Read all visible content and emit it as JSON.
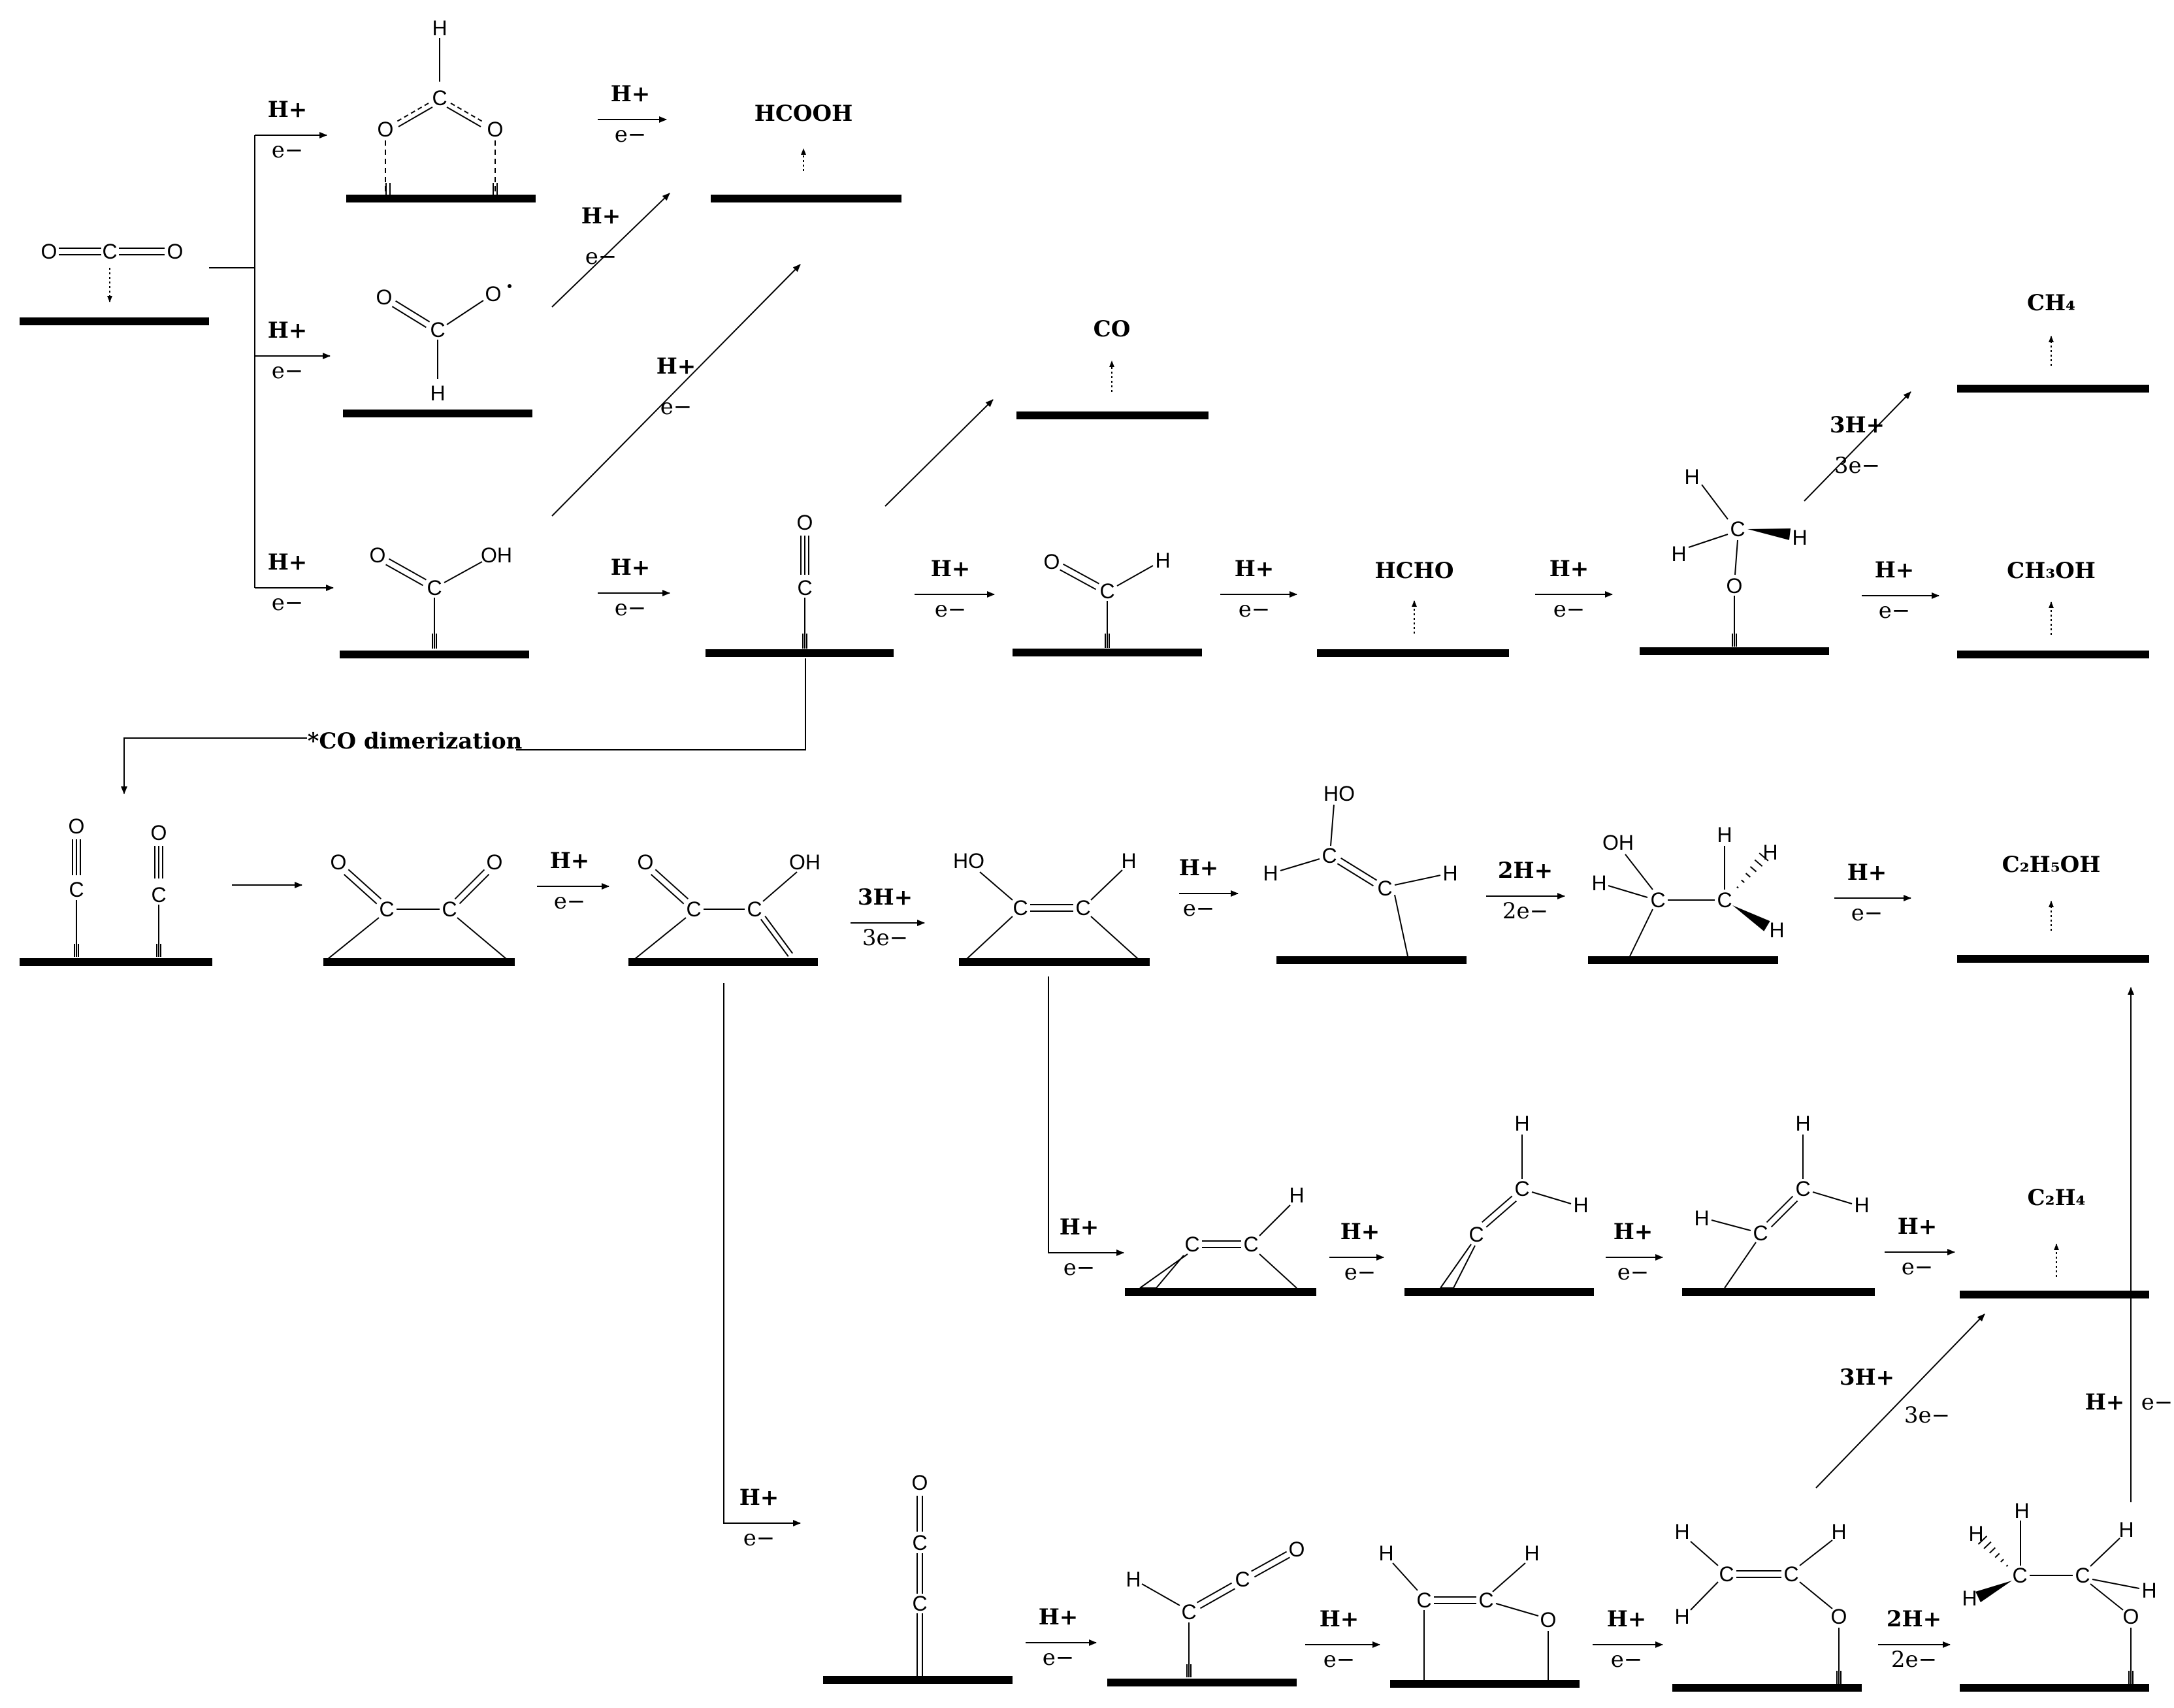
{
  "labels": {
    "hplus": "H+",
    "eminus": "e−",
    "three_hplus": "3H+",
    "three_eminus": "3e−",
    "two_hplus": "2H+",
    "two_eminus": "2e−",
    "co_dimerization": "*CO dimerization"
  },
  "products": {
    "hcooh": "HCOOH",
    "co": "CO",
    "ch4": "CH₄",
    "hcho": "HCHO",
    "ch3oh": "CH₃OH",
    "c2h5oh": "C₂H₅OH",
    "c2h4": "C₂H₄"
  },
  "atoms": {
    "C": "C",
    "O": "O",
    "H": "H",
    "OH": "OH",
    "HO": "HO"
  }
}
